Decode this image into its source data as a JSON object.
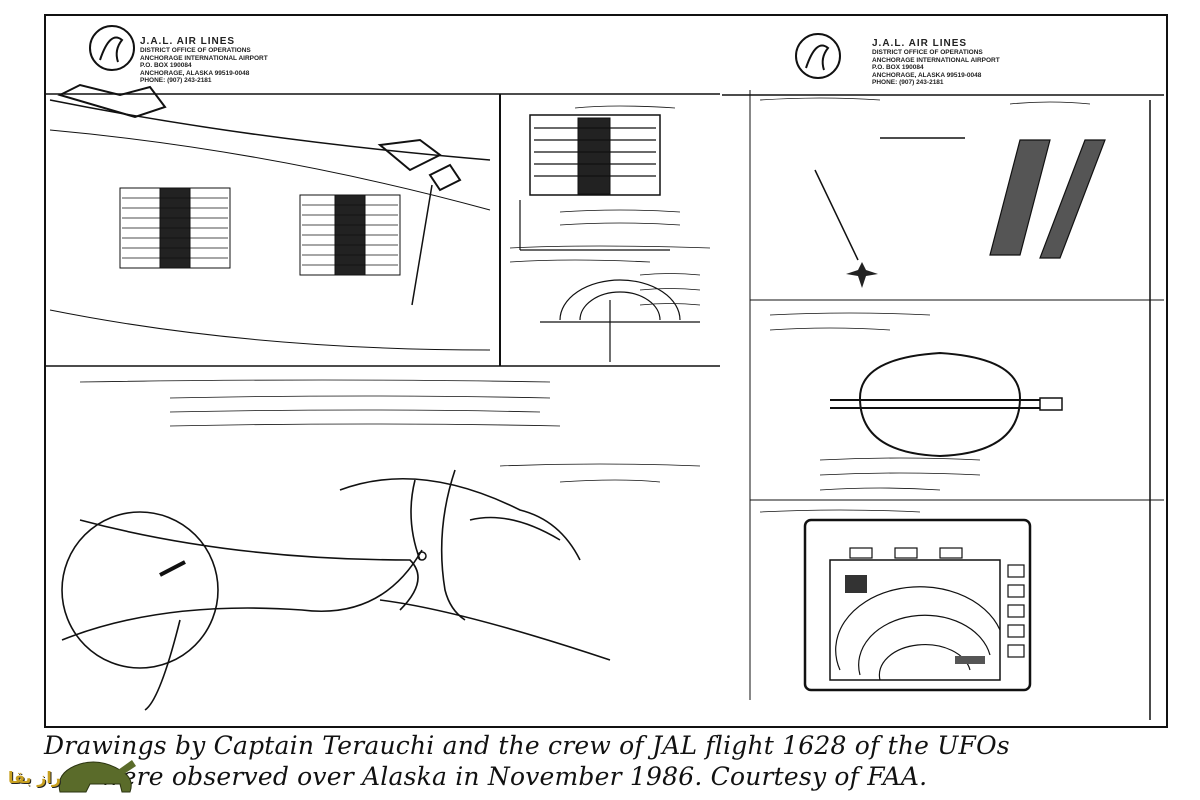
{
  "letterhead_left": {
    "title": "J.A.L. AIR LINES",
    "lines": [
      "DISTRICT OFFICE OF OPERATIONS",
      "ANCHORAGE INTERNATIONAL AIRPORT",
      "P.O. BOX 190084",
      "ANCHORAGE, ALASKA 99519-0048",
      "PHONE: (907) 243-2181"
    ]
  },
  "letterhead_right": {
    "title": "J.A.L. AIR LINES",
    "lines": [
      "DISTRICT OFFICE OF OPERATIONS",
      "ANCHORAGE INTERNATIONAL AIRPORT",
      "P.O. BOX 190084",
      "ANCHORAGE, ALASKA 99519-0048",
      "PHONE: (907) 243-2181"
    ]
  },
  "caption": {
    "line1": "Drawings by Captain Terauchi and the crew of JAL flight 1628 of the UFOs",
    "line2": "were observed over Alaska in November 1986. Courtesy of FAA."
  },
  "watermark": {
    "text": "راز بقا"
  }
}
